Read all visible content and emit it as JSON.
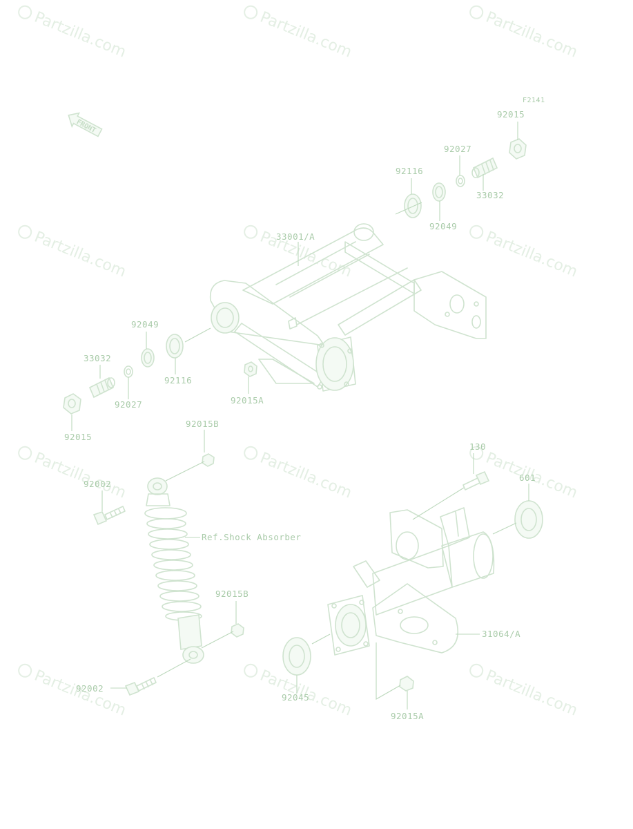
{
  "figure_id": "F2141",
  "watermark": "Partzilla.com",
  "front_label": "FRONT",
  "callouts": {
    "c_92015_top": "92015",
    "c_92027_top": "92027",
    "c_92116_top": "92116",
    "c_33032_top": "33032",
    "c_92049_top": "92049",
    "c_33001": "33001/A",
    "c_92049_left": "92049",
    "c_33032_left": "33032",
    "c_92116_left": "92116",
    "c_92027_left": "92027",
    "c_92015a_mid": "92015A",
    "c_92015_left": "92015",
    "c_92015b_top": "92015B",
    "c_92002_top": "92002",
    "c_ref_shock": "Ref.Shock Absorber",
    "c_92015b_low": "92015B",
    "c_92002_low": "92002",
    "c_130": "130",
    "c_601": "601",
    "c_31064": "31064/A",
    "c_92045": "92045",
    "c_92015a_low": "92015A"
  }
}
